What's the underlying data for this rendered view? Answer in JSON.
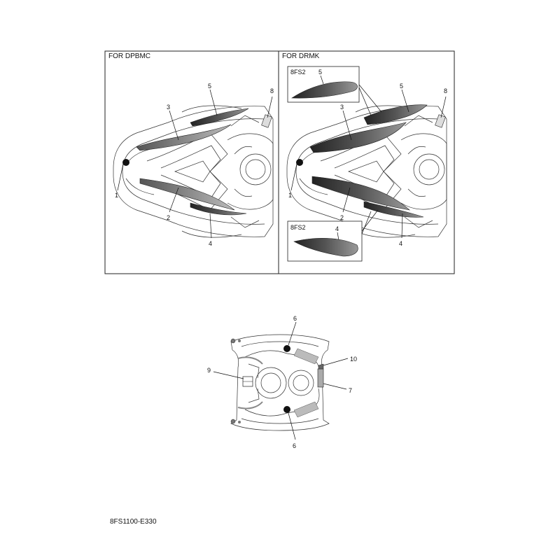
{
  "panels": {
    "left": {
      "title": "FOR DPBMC"
    },
    "right": {
      "title": "FOR DRMK"
    }
  },
  "insets": {
    "top_tag": "8FS2",
    "top_num": "5",
    "bottom_tag": "8FS2",
    "bottom_num": "4"
  },
  "callouts_left": {
    "c1": "1",
    "c2": "2",
    "c3": "3",
    "c4": "4",
    "c5": "5",
    "c8": "8"
  },
  "callouts_right": {
    "c1": "1",
    "c2": "2",
    "c3": "3",
    "c4": "4",
    "c5": "5",
    "c8": "8"
  },
  "callouts_rear": {
    "c6a": "6",
    "c6b": "6",
    "c7": "7",
    "c9": "9",
    "c10": "10"
  },
  "diagram_code": "8FS1100-E330"
}
